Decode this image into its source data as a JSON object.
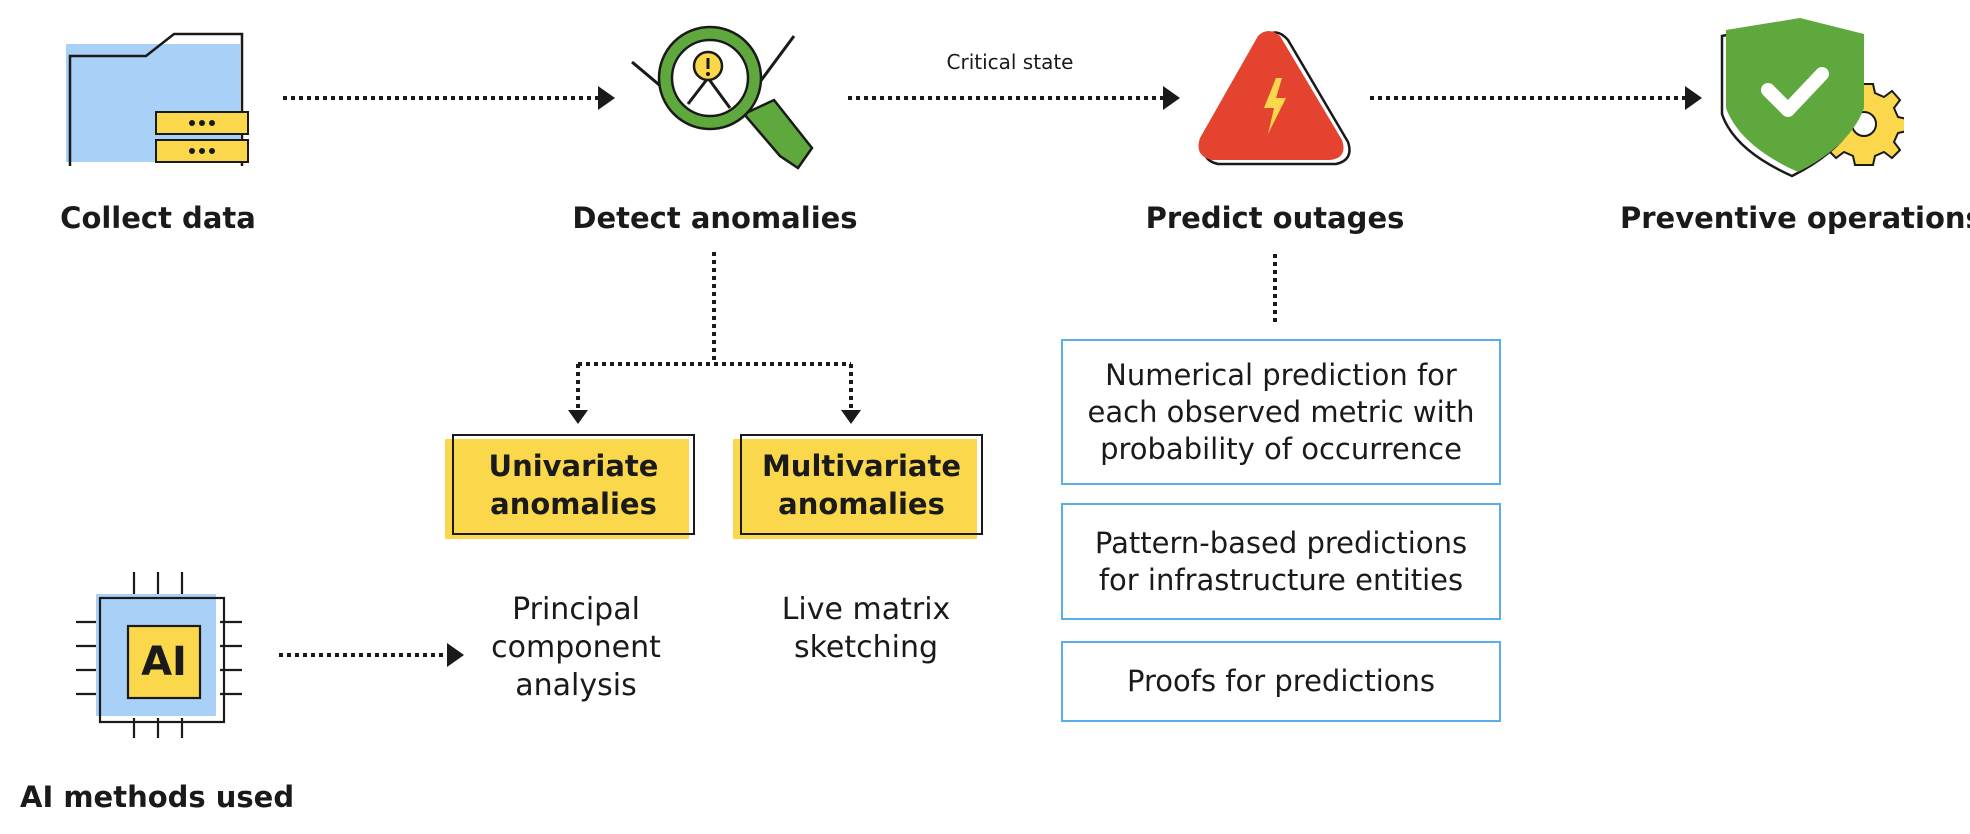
{
  "steps": {
    "collect": "Collect data",
    "detect": "Detect anomalies",
    "predict": "Predict outages",
    "preventive": "Preventive operations"
  },
  "edge_label": "Critical state",
  "anomaly_types": {
    "univariate": "Univariate anomalies",
    "multivariate": "Multivariate anomalies"
  },
  "methods": {
    "univariate": "Principal component analysis",
    "multivariate": "Live matrix sketching"
  },
  "ai": {
    "chip_text": "AI",
    "label": "AI methods used"
  },
  "predictions": [
    "Numerical prediction for each observed metric with probability of occurrence",
    "Pattern-based predictions for infrastructure entities",
    "Proofs for predictions"
  ],
  "colors": {
    "blue": "#a9d1f7",
    "yellow": "#fbd84b",
    "green": "#5ea83e",
    "red": "#e3432f",
    "box_border": "#5aaee8",
    "ink": "#1a1a1a"
  },
  "icons": {
    "collect": "folder-server-icon",
    "detect": "magnifier-alert-icon",
    "predict": "warning-triangle-icon",
    "preventive": "shield-check-gear-icon",
    "ai": "ai-chip-icon"
  }
}
